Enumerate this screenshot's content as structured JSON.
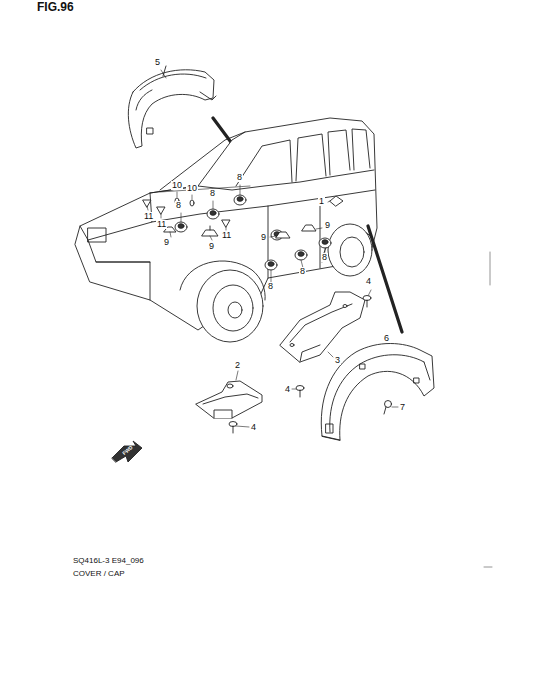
{
  "diagram": {
    "labels": [
      "FIG.96",
      "5",
      "10",
      "10",
      "8",
      "1",
      "8",
      "8",
      "11",
      "11",
      "11",
      "9",
      "9",
      "9",
      "9",
      "8",
      "4",
      "8",
      "8",
      "3",
      "6",
      "2",
      "4",
      "7",
      "4",
      "FWD",
      "SQ416L-3 E94_096",
      "COVER / CAP"
    ]
  }
}
